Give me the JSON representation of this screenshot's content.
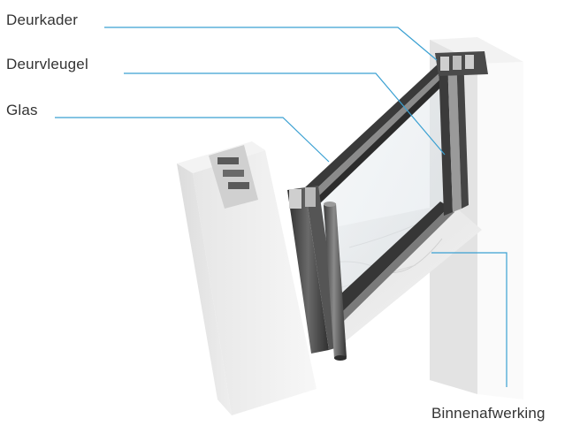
{
  "labels": {
    "frame": "Deurkader",
    "sash": "Deurvleugel",
    "glass": "Glas",
    "inner_finish": "Binnenafwerking"
  },
  "colors": {
    "leader_line": "#3aa0d2",
    "label_text": "#333333",
    "wall_white": "#f4f4f4",
    "wall_shadow": "#d9d9d9",
    "profile_dark": "#3a3a3a",
    "glass_tint": "#dfe5ea"
  }
}
